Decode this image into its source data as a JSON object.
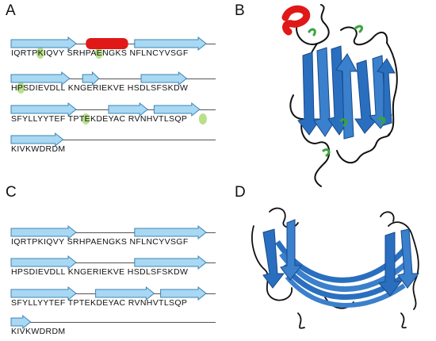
{
  "panels": {
    "a": {
      "letter": "A"
    },
    "b": {
      "letter": "B"
    },
    "c": {
      "letter": "C"
    },
    "d": {
      "letter": "D"
    }
  },
  "sequence_a": {
    "rows": [
      {
        "text": "IQRTPKIQVY SRHPAENGKS NFLNCYVSGF",
        "strands": [
          [
            0,
            10
          ],
          [
            19,
            30
          ]
        ],
        "helices": [
          [
            11.5,
            18
          ]
        ],
        "highlights": [
          4,
          13
        ]
      },
      {
        "text": "HPSDIEVDLL KNGERIEKVE HSDLSFSKDW",
        "strands": [
          [
            0,
            9
          ],
          [
            11,
            13.5
          ],
          [
            20,
            27
          ]
        ],
        "helices": [],
        "highlights": [
          1
        ]
      },
      {
        "text": "SFYLLYYTEF TPTEKDEYAC RVNHVTLSQP",
        "strands": [
          [
            0,
            10
          ],
          [
            15,
            21
          ],
          [
            22,
            29
          ]
        ],
        "helices": [],
        "highlights": [
          11,
          29
        ]
      },
      {
        "text": "KIVKWDRDM",
        "strands": [
          [
            0,
            8
          ]
        ],
        "helices": [],
        "highlights": []
      }
    ]
  },
  "sequence_c": {
    "rows": [
      {
        "text": "IQRTPKIQVY SRHPAENGKS NFLNCYVSGF",
        "strands": [
          [
            0,
            10
          ],
          [
            19,
            30
          ]
        ],
        "helices": [],
        "highlights": []
      },
      {
        "text": "HPSDIEVDLL KNGERIEKVE HSDLSFSKDW",
        "strands": [
          [
            0,
            10
          ],
          [
            19,
            30
          ]
        ],
        "helices": [],
        "highlights": []
      },
      {
        "text": "SFYLLYYTEF TPTEKDEYAC RVNHVTLSQP",
        "strands": [
          [
            0,
            10
          ],
          [
            13,
            22
          ],
          [
            23,
            30
          ]
        ],
        "helices": [],
        "highlights": []
      },
      {
        "text": "KIVKWDRDM",
        "strands": [
          [
            0,
            3
          ]
        ],
        "helices": [],
        "highlights": []
      }
    ]
  },
  "colors": {
    "strand_fill": "#a9d8f2",
    "strand_stroke": "#3b84b8",
    "helix": "#e01818",
    "highlight": "#b8e08a",
    "ribbon": "#2a6fbf",
    "ribbon_dark": "#174a8a",
    "coil": "#111111",
    "turn": "#3aa33a"
  }
}
